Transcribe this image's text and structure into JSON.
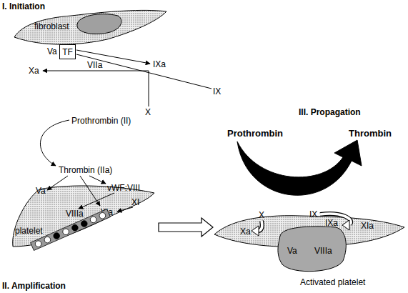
{
  "diagram": {
    "nodes": [
      {
        "text": [
          "fibroblast",
          "Va"
        ]
      },
      {
        "text": [
          "TF"
        ],
        "in": 0
      },
      {
        "text": [
          "Va",
          "VIIIa",
          "XIa",
          "platelet"
        ]
      },
      {
        "text": [
          "Xa",
          "IXa",
          "XIa",
          "Activated platelet"
        ]
      },
      {
        "text": [
          "Va",
          "VIIIa"
        ],
        "in": 3
      }
    ],
    "edges": [
      {
        "from": 2,
        "to": 3,
        "arrow": "to"
      }
    ],
    "labels": [
      "I. Initiation",
      "IXa",
      "IX",
      "VIIa",
      "Xa",
      "X",
      "Prothrombin (II)",
      "Thrombin (IIa)",
      "vWF:VIII",
      "XI",
      "II. Amplification",
      "III. Propagation",
      "Prothrombin",
      "Thrombin",
      "X",
      "IX"
    ]
  }
}
